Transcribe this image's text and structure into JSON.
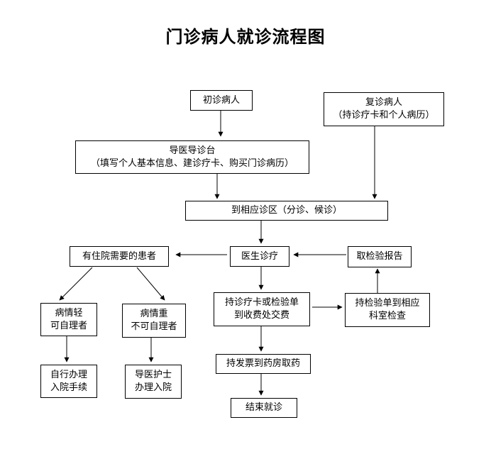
{
  "title": "门诊病人就诊流程图",
  "nodes": {
    "initial_patient": {
      "line1": "初诊病人"
    },
    "return_patient": {
      "line1": "复诊病人",
      "line2": "（持诊疗卡和个人病历）"
    },
    "guide_desk": {
      "line1": "导医导诊台",
      "line2": "（填写个人基本信息、建诊疗卡、购买门诊病历）"
    },
    "clinic_area": {
      "line1": "到相应诊区（分诊、候诊）"
    },
    "inpatient_need": {
      "line1": "有住院需要的患者"
    },
    "doctor": {
      "line1": "医生诊疗"
    },
    "get_report": {
      "line1": "取检验报告"
    },
    "mild": {
      "line1": "病情轻",
      "line2": "可自理者"
    },
    "severe": {
      "line1": "病情重",
      "line2": "不可自理者"
    },
    "pay": {
      "line1": "持诊疗卡或检验单",
      "line2": "到收费处交费"
    },
    "lab": {
      "line1": "持检验单到相应",
      "line2": "科室检查"
    },
    "self_admit": {
      "line1": "自行办理",
      "line2": "入院手续"
    },
    "nurse_admit": {
      "line1": "导医护士",
      "line2": "办理入院"
    },
    "pharmacy": {
      "line1": "持发票到药房取药"
    },
    "end": {
      "line1": "结束就诊"
    }
  }
}
